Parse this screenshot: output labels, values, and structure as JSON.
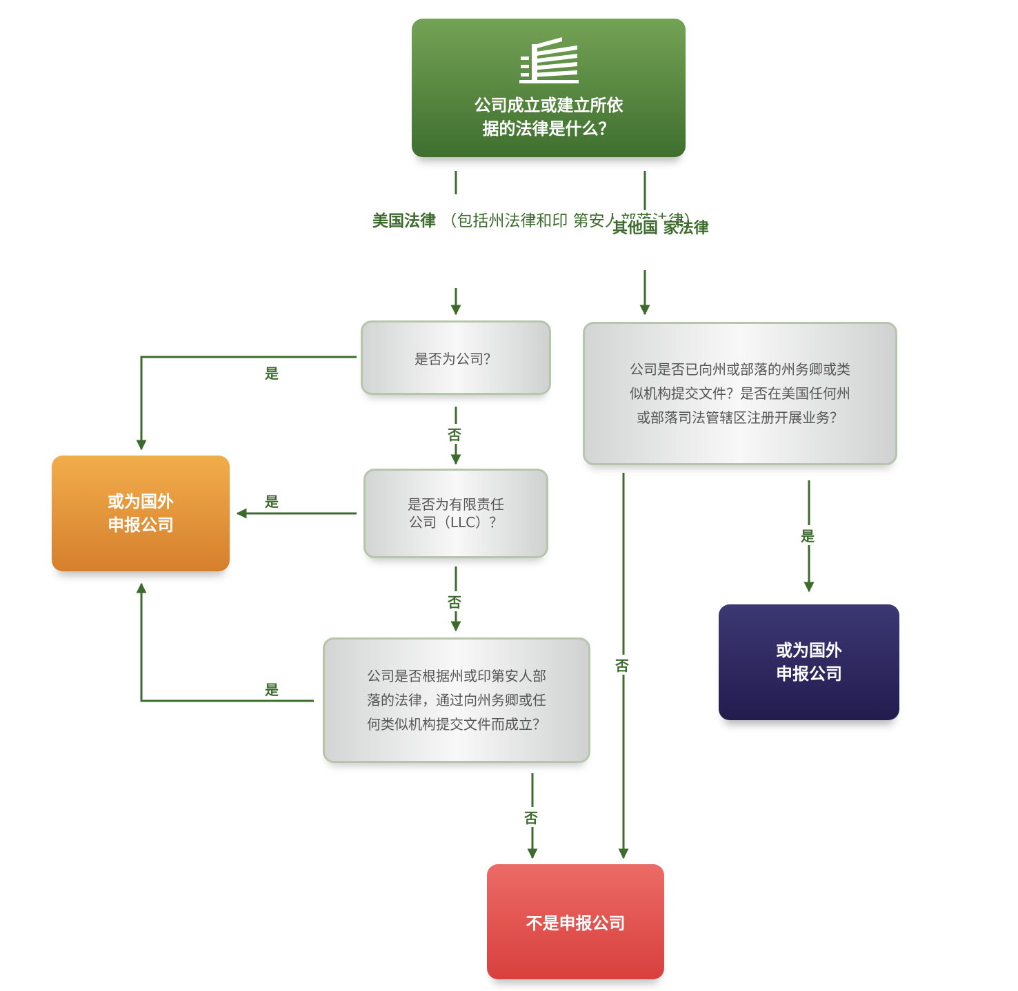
{
  "start": {
    "icon": "building-icon",
    "lines": [
      "公司成立或建立所依",
      "据的法律是什么？"
    ]
  },
  "branches": {
    "us_law": [
      "美国法律",
      "（包括州法律和印",
      "第安人部落法律）"
    ],
    "other_law": [
      "其他国",
      "家法律"
    ]
  },
  "questions": {
    "q1": "是否为公司？",
    "q2": [
      "是否为有限责任",
      "公司（LLC）？"
    ],
    "q3": [
      "公司是否根据州或印第安人部",
      "落的法律，通过向州务卿或任",
      "何类似机构提交文件而成立？"
    ],
    "q4": [
      "公司是否已向州或部落的州务卿或类",
      "似机构提交文件？是否在美国任何州",
      "或部落司法管辖区注册开展业务？"
    ]
  },
  "outcomes": {
    "domestic": [
      "或为国外",
      "申报公司"
    ],
    "foreign": [
      "或为国外",
      "申报公司"
    ],
    "not_reporting": "不是申报公司"
  },
  "edge_labels": {
    "yes": "是",
    "no": "否"
  },
  "colors": {
    "start": "#548a3f",
    "domestic": "#e39339",
    "foreign": "#2e2961",
    "not_reporting": "#e15350",
    "connector": "#3d6b2e"
  }
}
